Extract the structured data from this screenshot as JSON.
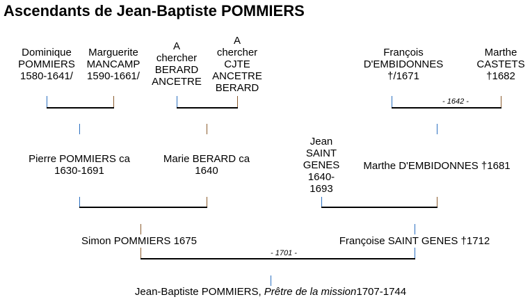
{
  "title": "Ascendants de Jean-Baptiste POMMIERS",
  "gen1": [
    {
      "lines": [
        "Dominique",
        "POMMIERS",
        "1580-1641/"
      ]
    },
    {
      "lines": [
        "Marguerite",
        "MANCAMP",
        "1590-1661/"
      ]
    },
    {
      "lines": [
        "A",
        "chercher",
        "BERARD",
        "ANCETRE"
      ]
    },
    {
      "lines": [
        "A",
        "chercher",
        "CJTE",
        "ANCETRE",
        "BERARD"
      ]
    },
    {
      "lines": [
        "François",
        "D'EMBIDONNES",
        "†/1671"
      ]
    },
    {
      "lines": [
        "Marthe",
        "CASTETS",
        "†1682"
      ]
    }
  ],
  "marriage_1642": "- 1642 -",
  "gen2": [
    {
      "lines": [
        "Pierre POMMIERS ca",
        "1630-1691"
      ]
    },
    {
      "lines": [
        "Marie BERARD ca",
        "1640"
      ]
    },
    {
      "lines": [
        "Jean",
        "SAINT",
        "GENES",
        "1640-",
        "1693"
      ]
    },
    {
      "lines": [
        "Marthe D'EMBIDONNES †1681"
      ]
    }
  ],
  "gen3": [
    {
      "lines": [
        "Simon POMMIERS 1675"
      ]
    },
    {
      "lines": [
        "Françoise SAINT GENES †1712"
      ]
    }
  ],
  "marriage_1701": "- 1701 -",
  "root": {
    "name": "Jean-Baptiste POMMIERS,",
    "title": "Prêtre de la mission",
    "dates": "1707-1744"
  }
}
